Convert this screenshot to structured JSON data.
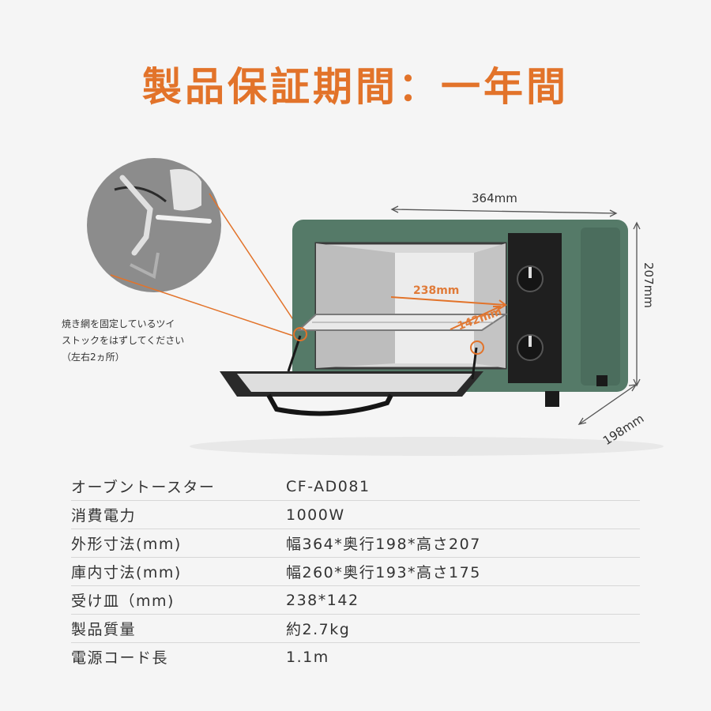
{
  "title": "製品保証期間：一年間",
  "colors": {
    "accent": "#e2732a",
    "oven_body": "#557a68",
    "background": "#f5f5f5"
  },
  "dimensions": {
    "width": "364mm",
    "height": "207mm",
    "depth": "198mm",
    "inner_width": "238mm",
    "inner_depth": "142mm"
  },
  "note": {
    "lines": [
      "焼き網を固定しているツイ",
      "ストックをはずしてください",
      "（左右2ヵ所）"
    ]
  },
  "specs": [
    {
      "label": "オーブントースター",
      "value": "CF-AD081"
    },
    {
      "label": "消費電力",
      "value": "1000W"
    },
    {
      "label": "外形寸法(mm)",
      "value": "幅364*奥行198*高さ207"
    },
    {
      "label": "庫内寸法(mm)",
      "value": "幅260*奥行193*高さ175"
    },
    {
      "label": "受け皿（mm)",
      "value": "238*142"
    },
    {
      "label": "製品質量",
      "value": "約2.7kg"
    },
    {
      "label": "電源コード長",
      "value": "1.1m"
    }
  ]
}
